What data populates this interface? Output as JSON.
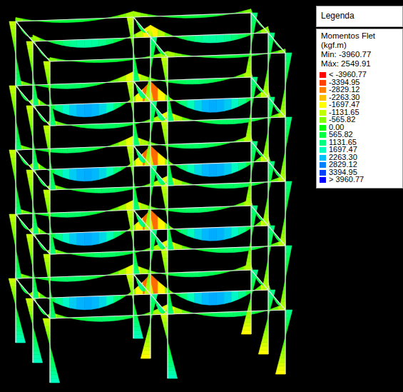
{
  "diagram": {
    "nodes": [
      {
        "text": [
          "Legenda"
        ]
      },
      {
        "text": [
          "Momentos Flet (kgf.m)",
          "Min: -3960.77",
          "Máx: 2549.91"
        ]
      }
    ],
    "legend": [
      {
        "text": "< -3960.77",
        "color": "#ff0000"
      },
      {
        "text": "-3394.95",
        "color": "#ff4000"
      },
      {
        "text": "-2829.12",
        "color": "#ff8000"
      },
      {
        "text": "-2263.30",
        "color": "#ffbf00"
      },
      {
        "text": "-1697.47",
        "color": "#ffff00"
      },
      {
        "text": "-1131.65",
        "color": "#bfff00"
      },
      {
        "text": "-565.82",
        "color": "#80ff00"
      },
      {
        "text": "0.00",
        "color": "#00ff00"
      },
      {
        "text": "565.82",
        "color": "#00ff40"
      },
      {
        "text": "1131.65",
        "color": "#00ff80"
      },
      {
        "text": "1697.47",
        "color": "#00ffbf"
      },
      {
        "text": "2263.30",
        "color": "#00bfff"
      },
      {
        "text": "2829.12",
        "color": "#0080ff"
      },
      {
        "text": "3394.95",
        "color": "#0040ff"
      },
      {
        "text": "> 3960.77",
        "color": "#0000ff"
      }
    ]
  }
}
